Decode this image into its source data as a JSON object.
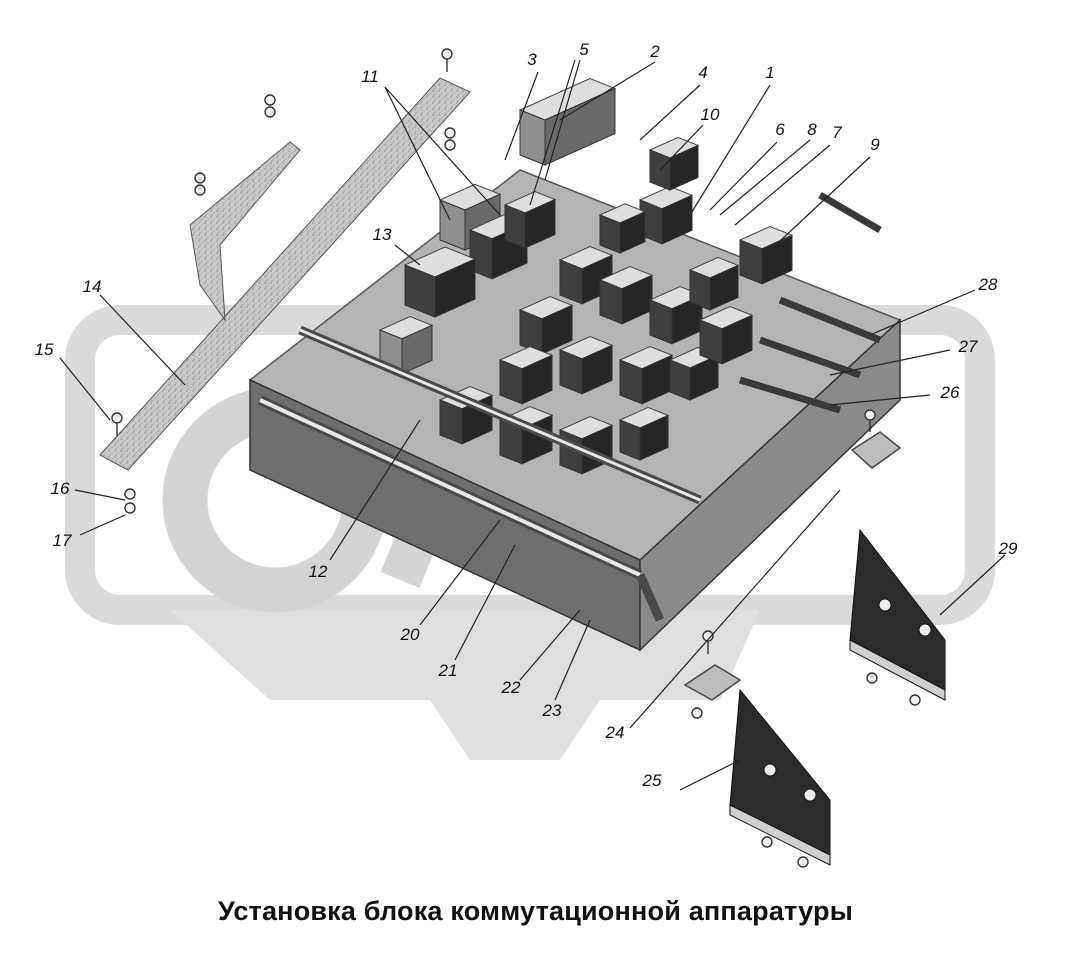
{
  "caption": "Установка блока коммутационной аппаратуры",
  "watermark": "МАЗ",
  "colors": {
    "watermark": "#d6d6d6",
    "part_light": "#cfcfcf",
    "part_mid": "#9a9a9a",
    "part_dark": "#3a3a3a",
    "leader": "#222222"
  },
  "callouts": [
    "1",
    "2",
    "3",
    "4",
    "5",
    "6",
    "7",
    "8",
    "9",
    "10",
    "11",
    "12",
    "13",
    "14",
    "15",
    "16",
    "17",
    "20",
    "21",
    "22",
    "23",
    "24",
    "25",
    "26",
    "27",
    "28",
    "29"
  ]
}
